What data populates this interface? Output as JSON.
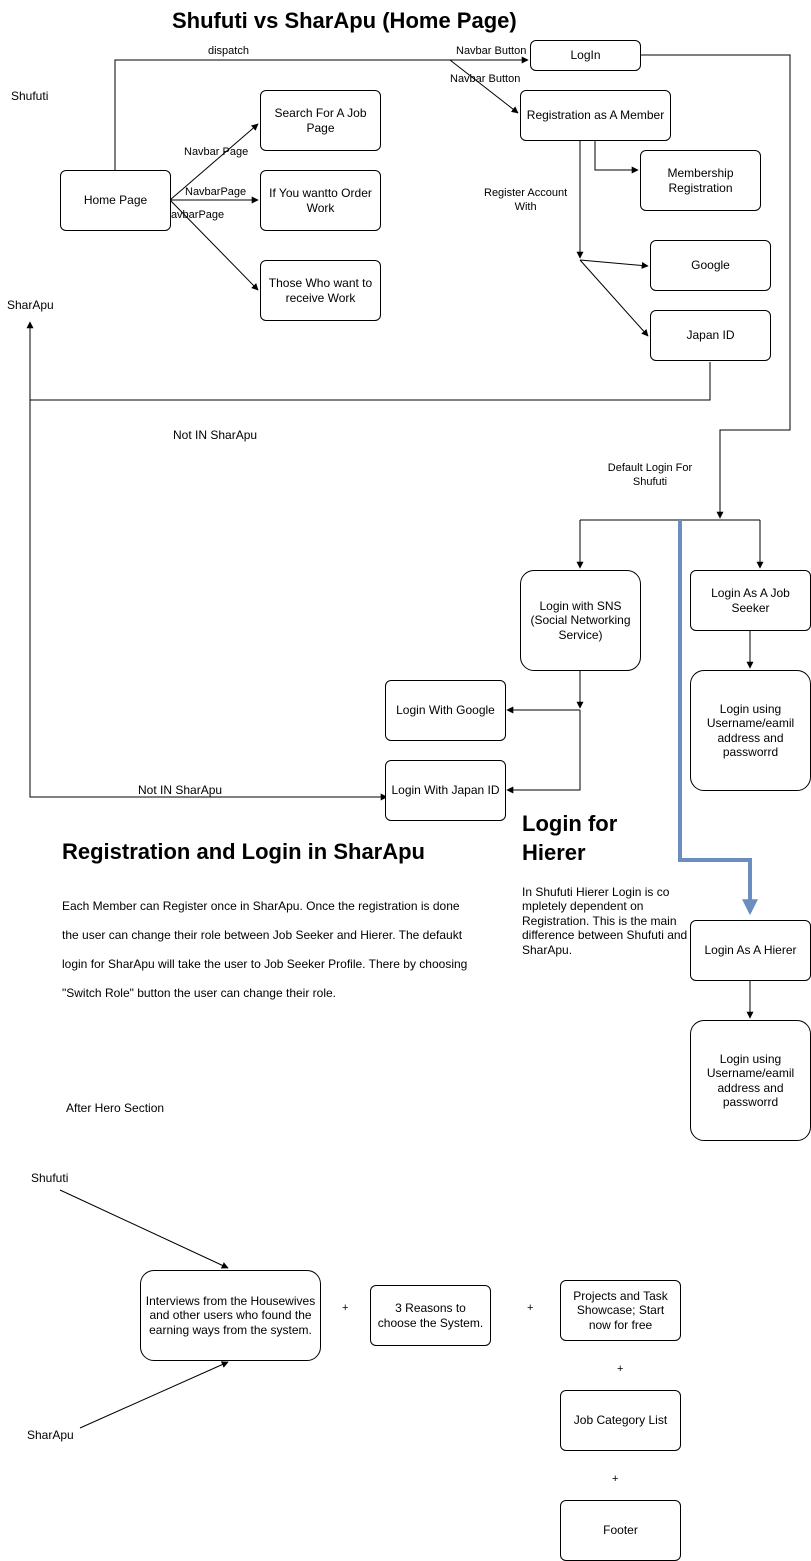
{
  "title": "Shufuti vs SharApu (Home Page)",
  "side_labels": {
    "shufuti_top": "Shufuti",
    "sharapu_top": "SharApu",
    "shufuti_bottom": "Shufuti",
    "sharapu_bottom": "SharApu"
  },
  "nodes": {
    "home": "Home Page",
    "search_job": "Search For A Job Page",
    "order_work": "If You wantto Order Work",
    "receive_work": "Those Who want to receive Work",
    "login": "LogIn",
    "registration": "Registration as A Member",
    "membership": "Membership Registration",
    "google": "Google",
    "japan_id": "Japan ID",
    "login_sns": "Login with SNS (Social Networking Service)",
    "login_google": "Login With Google",
    "login_japan_id": "Login With Japan ID",
    "login_job_seeker": "Login As A Job Seeker",
    "login_username_1": "Login using Username/eamil address and passworrd",
    "login_hierer": "Login As A Hierer",
    "login_username_2": "Login using Username/eamil address and passworrd",
    "interviews": "Interviews from the Housewives and other users who found the earning ways from the system.",
    "reasons": "3 Reasons to choose the System.",
    "projects": "Projects and Task Showcase; Start now for free",
    "job_category": "Job Category List",
    "footer": "Footer"
  },
  "edge_labels": {
    "dispatch": "dispatch",
    "navbar_button_1": "Navbar Button",
    "navbar_button_2": "Navbar Button",
    "navbar_page": "Navbar Page",
    "navbarpage_1": "NavbarPage",
    "navbarpage_2": "NavbarPage",
    "register_with": "Register Account\nWith",
    "not_in_sharapu_1": "Not IN SharApu",
    "not_in_sharapu_2": "Not IN SharApu",
    "default_login": "Default Login For\nShufuti"
  },
  "sections": {
    "reg_login_title": "Registration and Login in SharApu",
    "reg_login_text": "Each Member can Register once in SharApu. Once the registration is done the user can change their role between Job Seeker and Hierer. The defaukt login for SharApu will take the user to Job Seeker Profile. There by choosing \"Switch Role\" button the user can change their role.",
    "hierer_title": "Login for\nHierer",
    "hierer_text": "In Shufuti Hierer Login is co mpletely dependent on Registration. This is the main difference between Shufuti and SharApu.",
    "after_hero": "After Hero Section"
  },
  "plus_signs": [
    "+",
    "+",
    "+",
    "+"
  ],
  "colors": {
    "highlight_edge": "#6c8ebf",
    "stroke": "#000000"
  }
}
